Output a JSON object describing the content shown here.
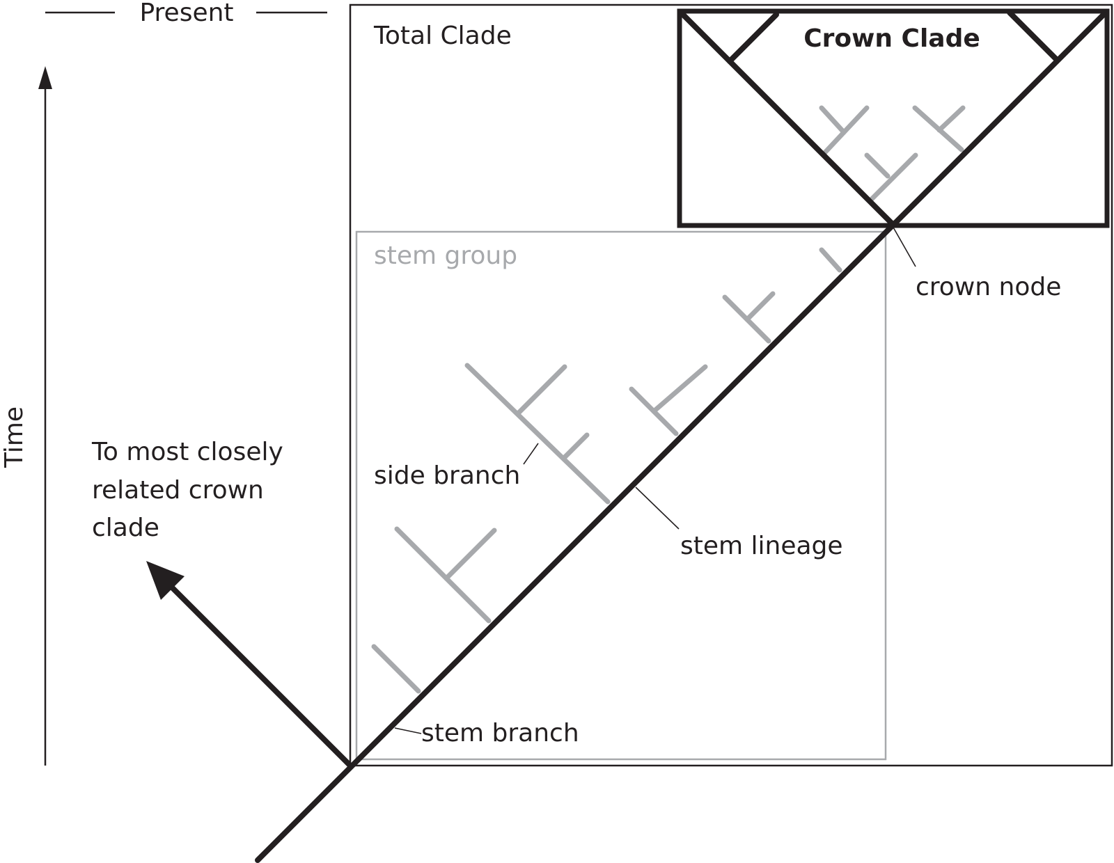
{
  "colors": {
    "ink": "#231f20",
    "stem_group_grey": "#a7a9ac",
    "background": "#ffffff"
  },
  "labels": {
    "present": "Present",
    "time": "Time",
    "total_clade": "Total Clade",
    "crown_clade": "Crown Clade",
    "stem_group": "stem group",
    "crown_node": "crown node",
    "side_branch": "side branch",
    "stem_lineage": "stem lineage",
    "stem_branch": "stem branch",
    "related_crown_line1": "To most closely",
    "related_crown_line2": "related crown",
    "related_crown_line3": "clade"
  }
}
